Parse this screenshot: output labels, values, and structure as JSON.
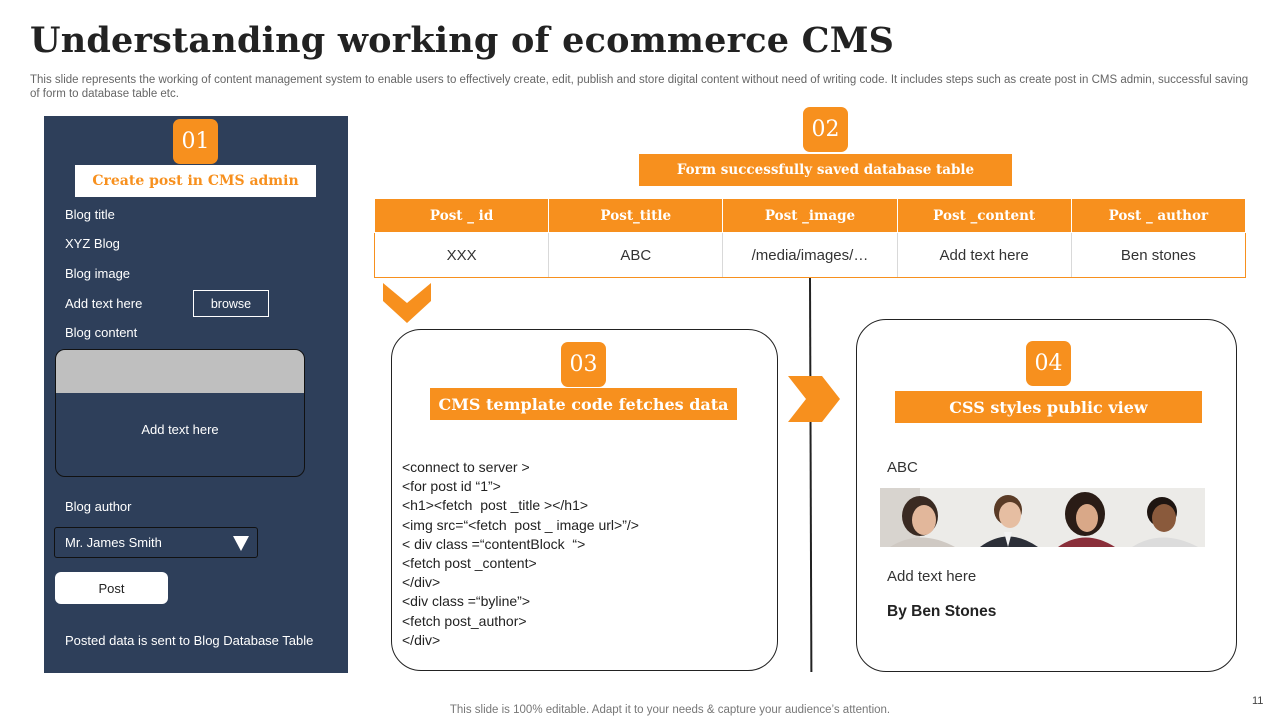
{
  "slide": {
    "title": "Understanding working of ecommerce CMS",
    "subtitle": "This slide represents the working of content management system to enable users to effectively create, edit, publish and store digital content without need of writing code. It includes steps such as create post in CMS admin, successful saving of form to database table etc.",
    "footer": "This slide is 100% editable. Adapt it to your needs & capture your audience’s attention.",
    "page_number": "11",
    "accent_color": "#f7901e",
    "panel_color": "#2e3f5a"
  },
  "step1": {
    "number": "01",
    "label": "Create post in CMS admin",
    "blog_title_label": "Blog title",
    "blog_title_value": "XYZ Blog",
    "blog_image_label": "Blog image",
    "image_placeholder": "Add text here",
    "browse_label": "browse",
    "blog_content_label": "Blog content",
    "content_placeholder": "Add text here",
    "blog_author_label": "Blog author",
    "author_selected": "Mr. James Smith",
    "post_label": "Post",
    "posted_note": "Posted data is sent to Blog Database Table"
  },
  "step2": {
    "number": "02",
    "label": "Form  successfully saved database table",
    "columns": [
      "Post _ id",
      "Post_title",
      "Post _image",
      "Post _content",
      "Post _ author"
    ],
    "row": [
      "XXX",
      "ABC",
      "/media/images/…",
      "Add text here",
      "Ben stones"
    ]
  },
  "step3": {
    "number": "03",
    "label": "CMS template code fetches data",
    "code_lines": [
      "<connect to server >",
      "<for post id “1”>",
      "<h1><fetch  post _title ></h1>",
      "<img src=“<fetch  post _ image url>”/>",
      "< div class =“contentBlock  “>",
      "<fetch post _content>",
      "</div>",
      "<div class =“byline”>",
      "<fetch post_author>",
      "</div>"
    ]
  },
  "step4": {
    "number": "04",
    "label": "CSS styles public view",
    "post_title": "ABC",
    "post_text": "Add text here",
    "post_author": "By Ben Stones"
  }
}
